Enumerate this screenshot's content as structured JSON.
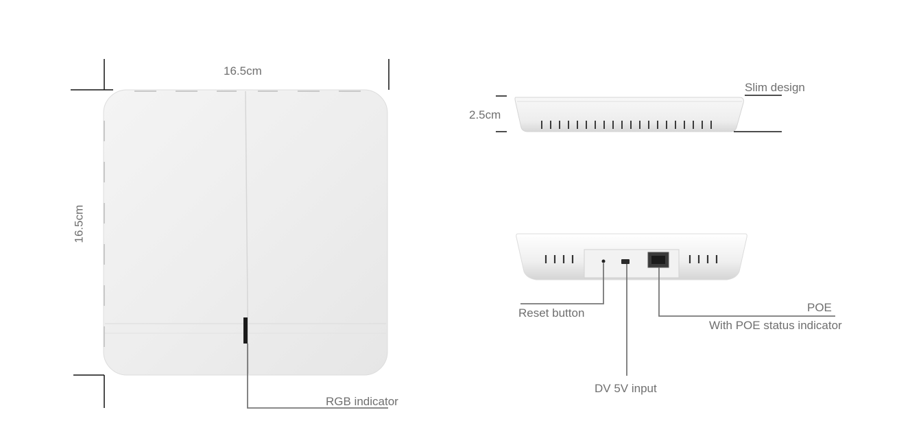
{
  "dimensions": {
    "width_label": "16.5cm",
    "height_label": "16.5cm",
    "thickness_label": "2.5cm"
  },
  "callouts": {
    "slim_design": "Slim design",
    "rgb_indicator": "RGB indicator",
    "reset_button": "Reset button",
    "dc_input": "DV 5V input",
    "poe": "POE",
    "poe_status": "With POE status indicator"
  },
  "colors": {
    "device_body": "#eeeeee",
    "device_shadow": "#d9d9d9",
    "leader_line": "#777777",
    "dimension_line": "#111111",
    "label_text": "#6f6f6f"
  }
}
